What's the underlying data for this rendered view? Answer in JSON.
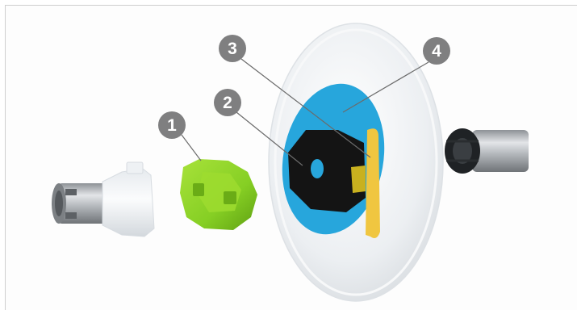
{
  "callouts": [
    {
      "label": "1",
      "part": "green-insert"
    },
    {
      "label": "2",
      "part": "black-seal"
    },
    {
      "label": "3",
      "part": "yellow-ring"
    },
    {
      "label": "4",
      "part": "blue-membrane"
    }
  ],
  "colors": {
    "callout_badge": "#7f7f80",
    "leader_line": "#6b6b6b",
    "green_insert": "#8ed32a",
    "blue_membrane": "#27a6dc",
    "black_seal": "#141414",
    "yellow_ring": "#f0c640",
    "disc": "#eef1f3",
    "metal": "#a9adb1"
  }
}
